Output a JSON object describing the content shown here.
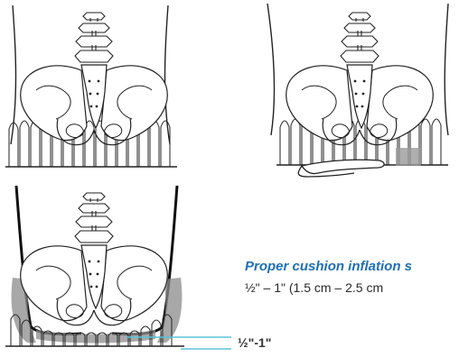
{
  "caption": {
    "title": "Proper cushion inflation s",
    "range": "½\" – 1\"  (1.5 cm – 2.5 cm"
  },
  "measurement_label": "½\"-1\"",
  "colors": {
    "accent": "#1f6fb8",
    "measure_line": "#5bc3d9",
    "line": "#222222",
    "cushion_gray": "#8c8c8c"
  },
  "panels": [
    {
      "id": "top-left",
      "depicts": "pelvis seated on cushion, rear view"
    },
    {
      "id": "top-right",
      "depicts": "hand check under pelvis on cushion"
    },
    {
      "id": "bottom-left",
      "depicts": "pelvis immersed in cushion with clearance gap"
    }
  ]
}
